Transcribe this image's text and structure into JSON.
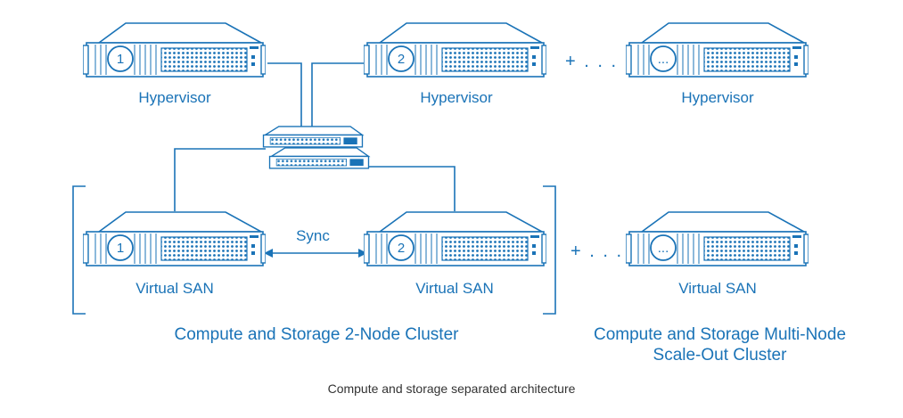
{
  "top_row": {
    "node1_number": "1",
    "node1_label": "Hypervisor",
    "node2_number": "2",
    "node2_label": "Hypervisor",
    "plus_label": "+ . . .",
    "node3_number": "...",
    "node3_label": "Hypervisor"
  },
  "bottom_row": {
    "node1_number": "1",
    "node1_label": "Virtual SAN",
    "sync_label": "Sync",
    "node2_number": "2",
    "node2_label": "Virtual SAN",
    "plus_label": "+ . . .",
    "node3_number": "...",
    "node3_label": "Virtual SAN"
  },
  "clusters": {
    "two_node": "Compute and Storage 2-Node Cluster",
    "multi_node_line1": "Compute and Storage Multi-Node",
    "multi_node_line2": "Scale-Out Cluster"
  },
  "caption": "Compute and storage separated architecture",
  "colors": {
    "accent": "#1a73b7",
    "caption": "#333333"
  }
}
